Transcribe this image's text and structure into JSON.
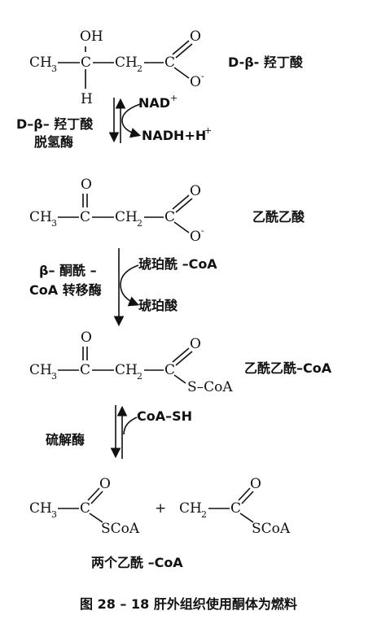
{
  "molecules": {
    "hydroxybutyrate": {
      "oh": "OH",
      "ch3": "CH",
      "c": "C",
      "h": "H",
      "ch2": "CH",
      "c2": "C",
      "o_top": "O",
      "o_bottom": "O",
      "name": "D-β- 羟丁酸"
    },
    "acetoacetate": {
      "o_keto": "O",
      "ch3": "CH",
      "c": "C",
      "ch2": "CH",
      "c2": "C",
      "o_top": "O",
      "o_bottom": "O",
      "name": "乙酰乙酸"
    },
    "acetoacetyl_coa": {
      "o_keto": "O",
      "ch3": "CH",
      "c": "C",
      "ch2": "CH",
      "c2": "C",
      "o_top": "O",
      "s_coa": "S–CoA",
      "name": "乙酰乙酰–CoA"
    },
    "acetyl_coa_1": {
      "o": "O",
      "ch3": "CH",
      "c": "C",
      "s_coa": "SCoA"
    },
    "acetyl_coa_2": {
      "o": "O",
      "ch2": "CH",
      "c": "C",
      "s_coa": "SCoA"
    },
    "plus": "+",
    "product_label": "两个乙酰 –CoA"
  },
  "reactions": {
    "step1": {
      "enzyme_line1": "D–β– 羟丁酸",
      "enzyme_line2": "脱氢酶",
      "cofactor_in": "NAD",
      "cofactor_in_sup": "+",
      "cofactor_out": "NADH+H",
      "cofactor_out_sup": "+"
    },
    "step2": {
      "enzyme_line1": "β– 酮酰 –",
      "enzyme_line2": "CoA 转移酶",
      "in": "琥珀酰 –CoA",
      "out": "琥珀酸"
    },
    "step3": {
      "enzyme": "硫解酶",
      "in": "CoA–SH"
    }
  },
  "subscripts": {
    "three": "3",
    "two": "2",
    "minus": "-"
  },
  "caption": "图 28 – 18 肝外组织使用酮体为燃料"
}
